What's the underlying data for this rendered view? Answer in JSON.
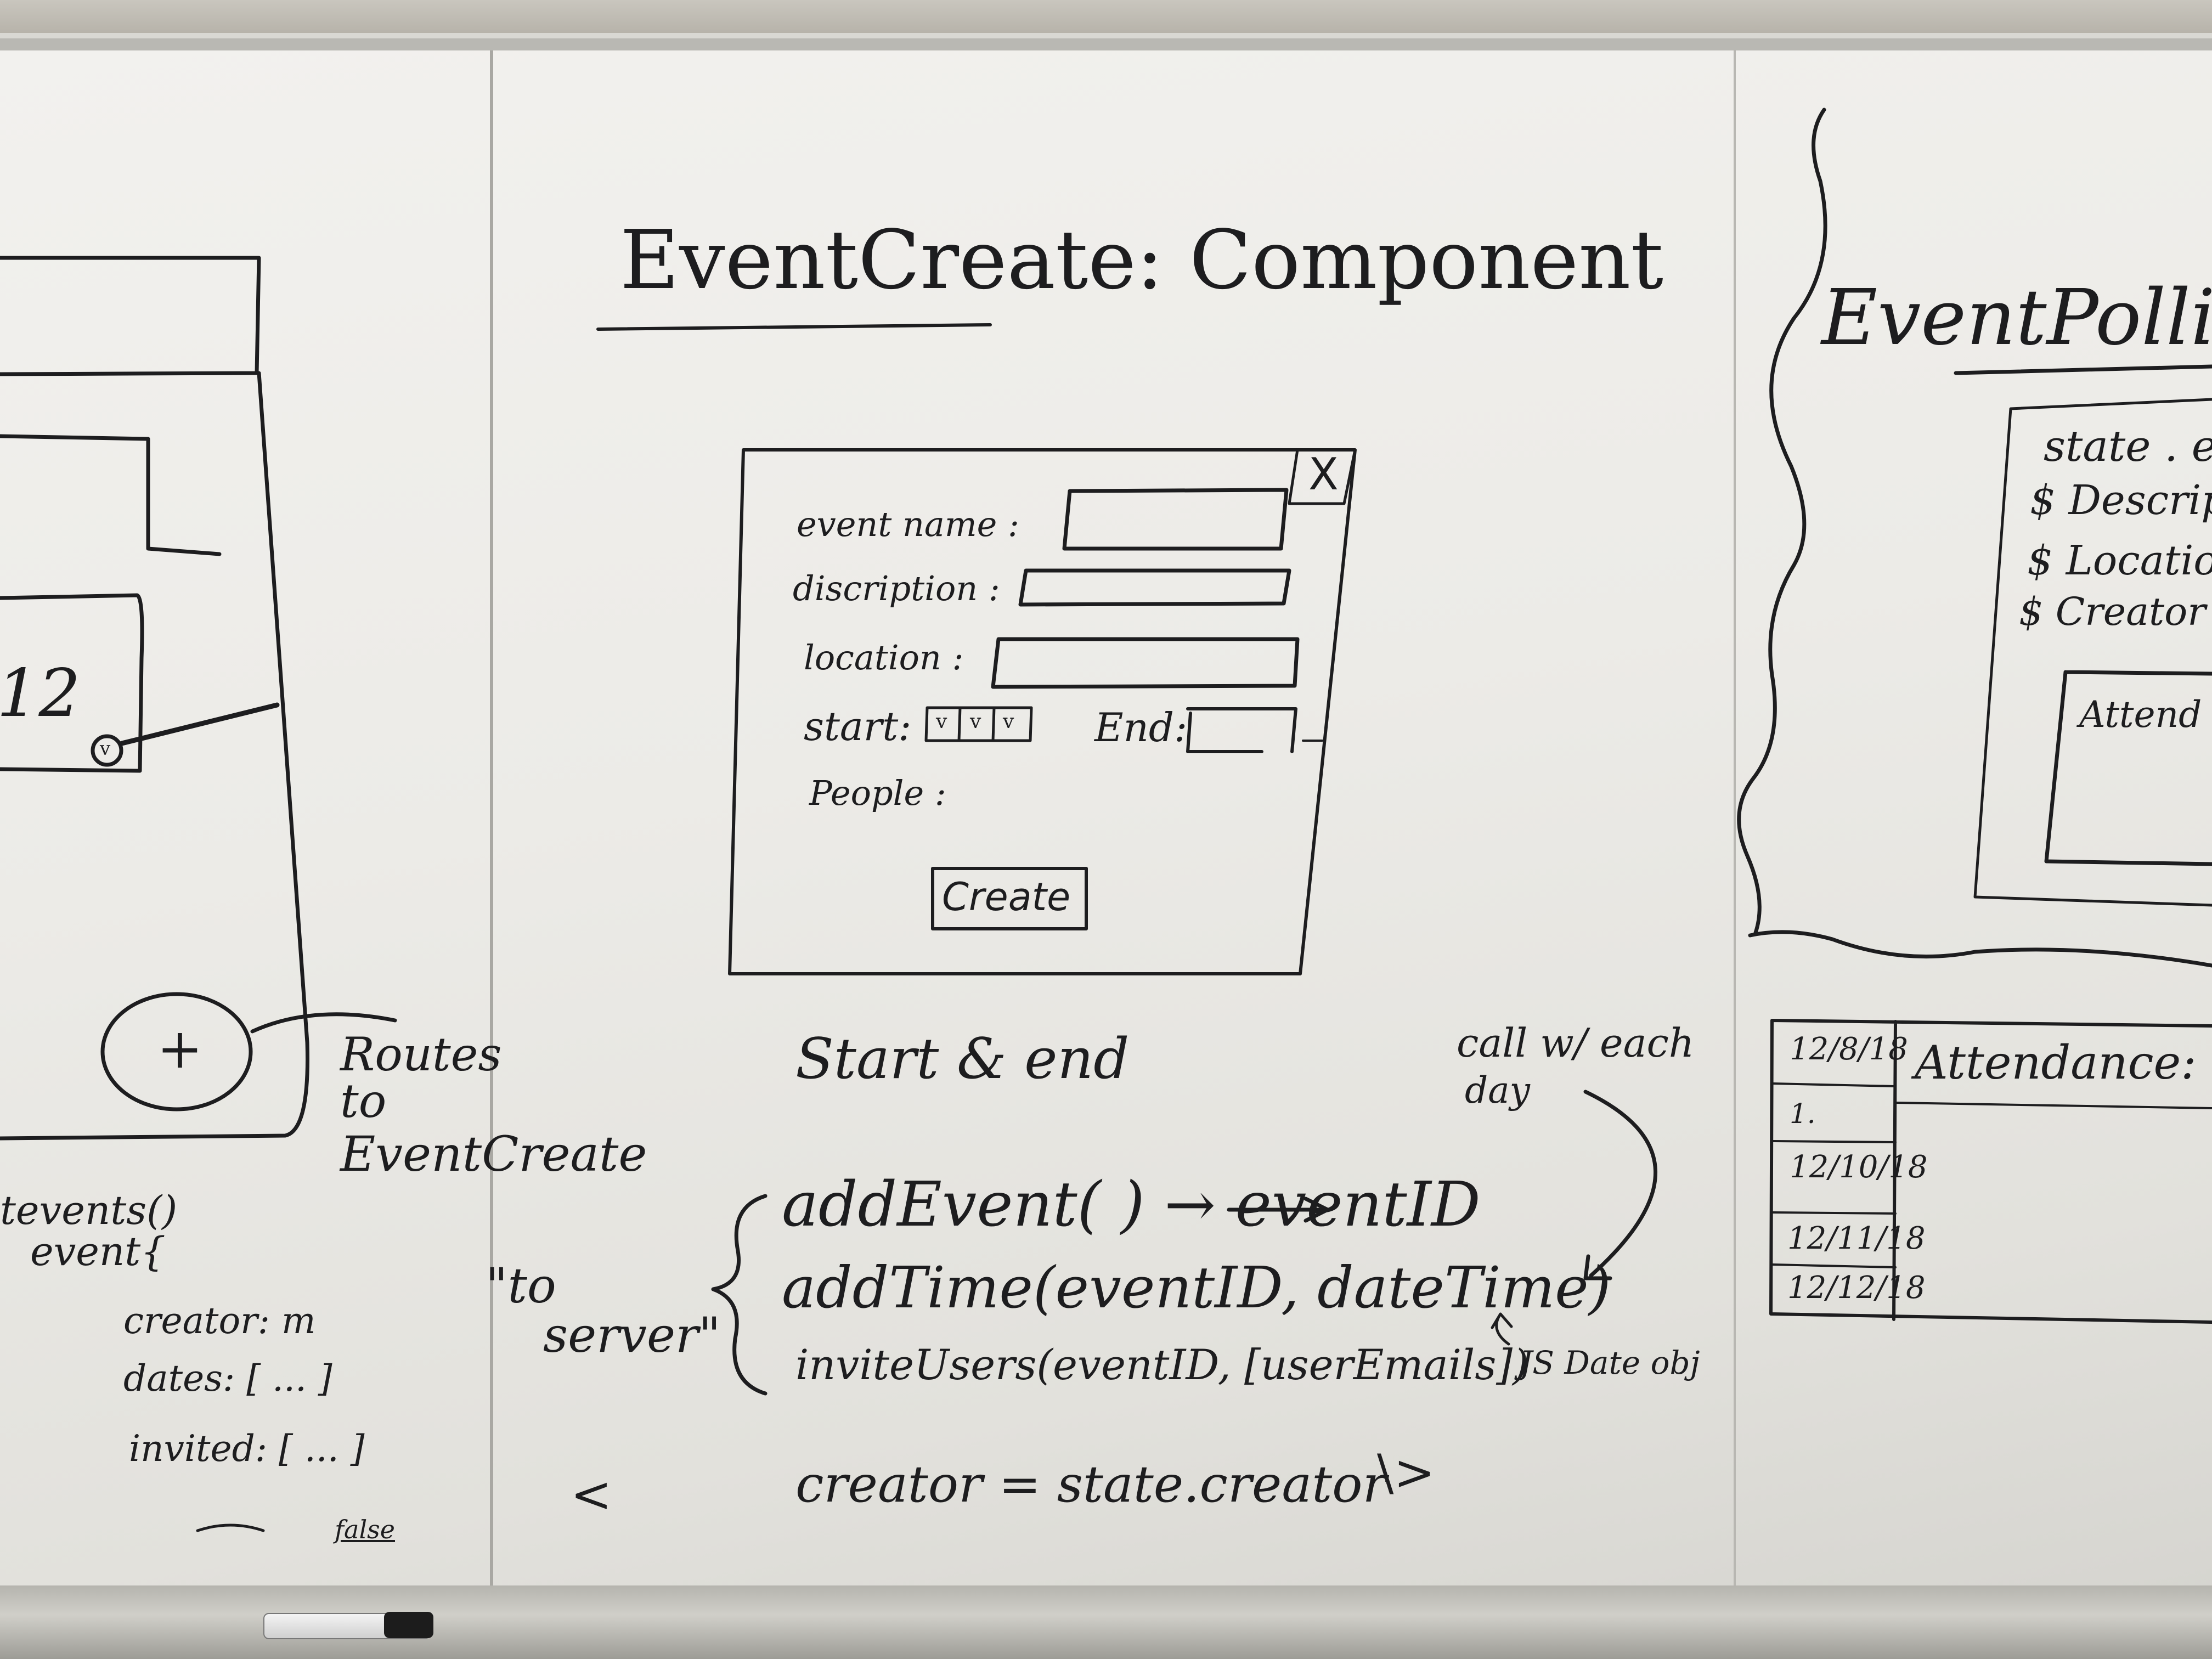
{
  "left_panel": {
    "badge_number": "12",
    "badge_mark": "v",
    "plus_symbol": "+",
    "routes_note": [
      "Routes",
      "to",
      "EventCreate"
    ],
    "code": [
      "tevents()",
      "event{",
      "creator: m",
      "dates: [ ... ]",
      "invited: [ ... ]",
      "false"
    ]
  },
  "center_panel": {
    "title": "EventCreate: Component",
    "form": {
      "close_symbol": "X",
      "event_name_label": "event name :",
      "description_label": "discription :",
      "location_label": "location :",
      "start_label": "start:",
      "start_dropdowns": [
        "v",
        "v",
        "v"
      ],
      "end_label": "End:",
      "people_label": "People :",
      "create_button": "Create"
    },
    "notes": {
      "start_end": "Start & end",
      "call_note": "call w/ each",
      "call_note_day": "day",
      "to_server": [
        "\"to",
        "server\""
      ],
      "api_lines": [
        "addEvent( ) → eventID",
        "addTime(eventID, dateTime)",
        "inviteUsers(eventID, [userEmails])"
      ],
      "js_date_note": "JS Date obj",
      "creator_line": "creator = state.creator",
      "left_bracket": "<",
      "right_mark": "\\>"
    }
  },
  "right_panel": {
    "title": "EventPolling",
    "state_lines": [
      "state . e",
      "$ Descript",
      "$ Locatio",
      "$ Creator"
    ],
    "attendance_box_label": "Attend",
    "dates": [
      "12/8/18",
      "1.",
      "12/10/18",
      "12/11/18",
      "12/12/18"
    ],
    "attendance_header": "Attendance: #"
  }
}
